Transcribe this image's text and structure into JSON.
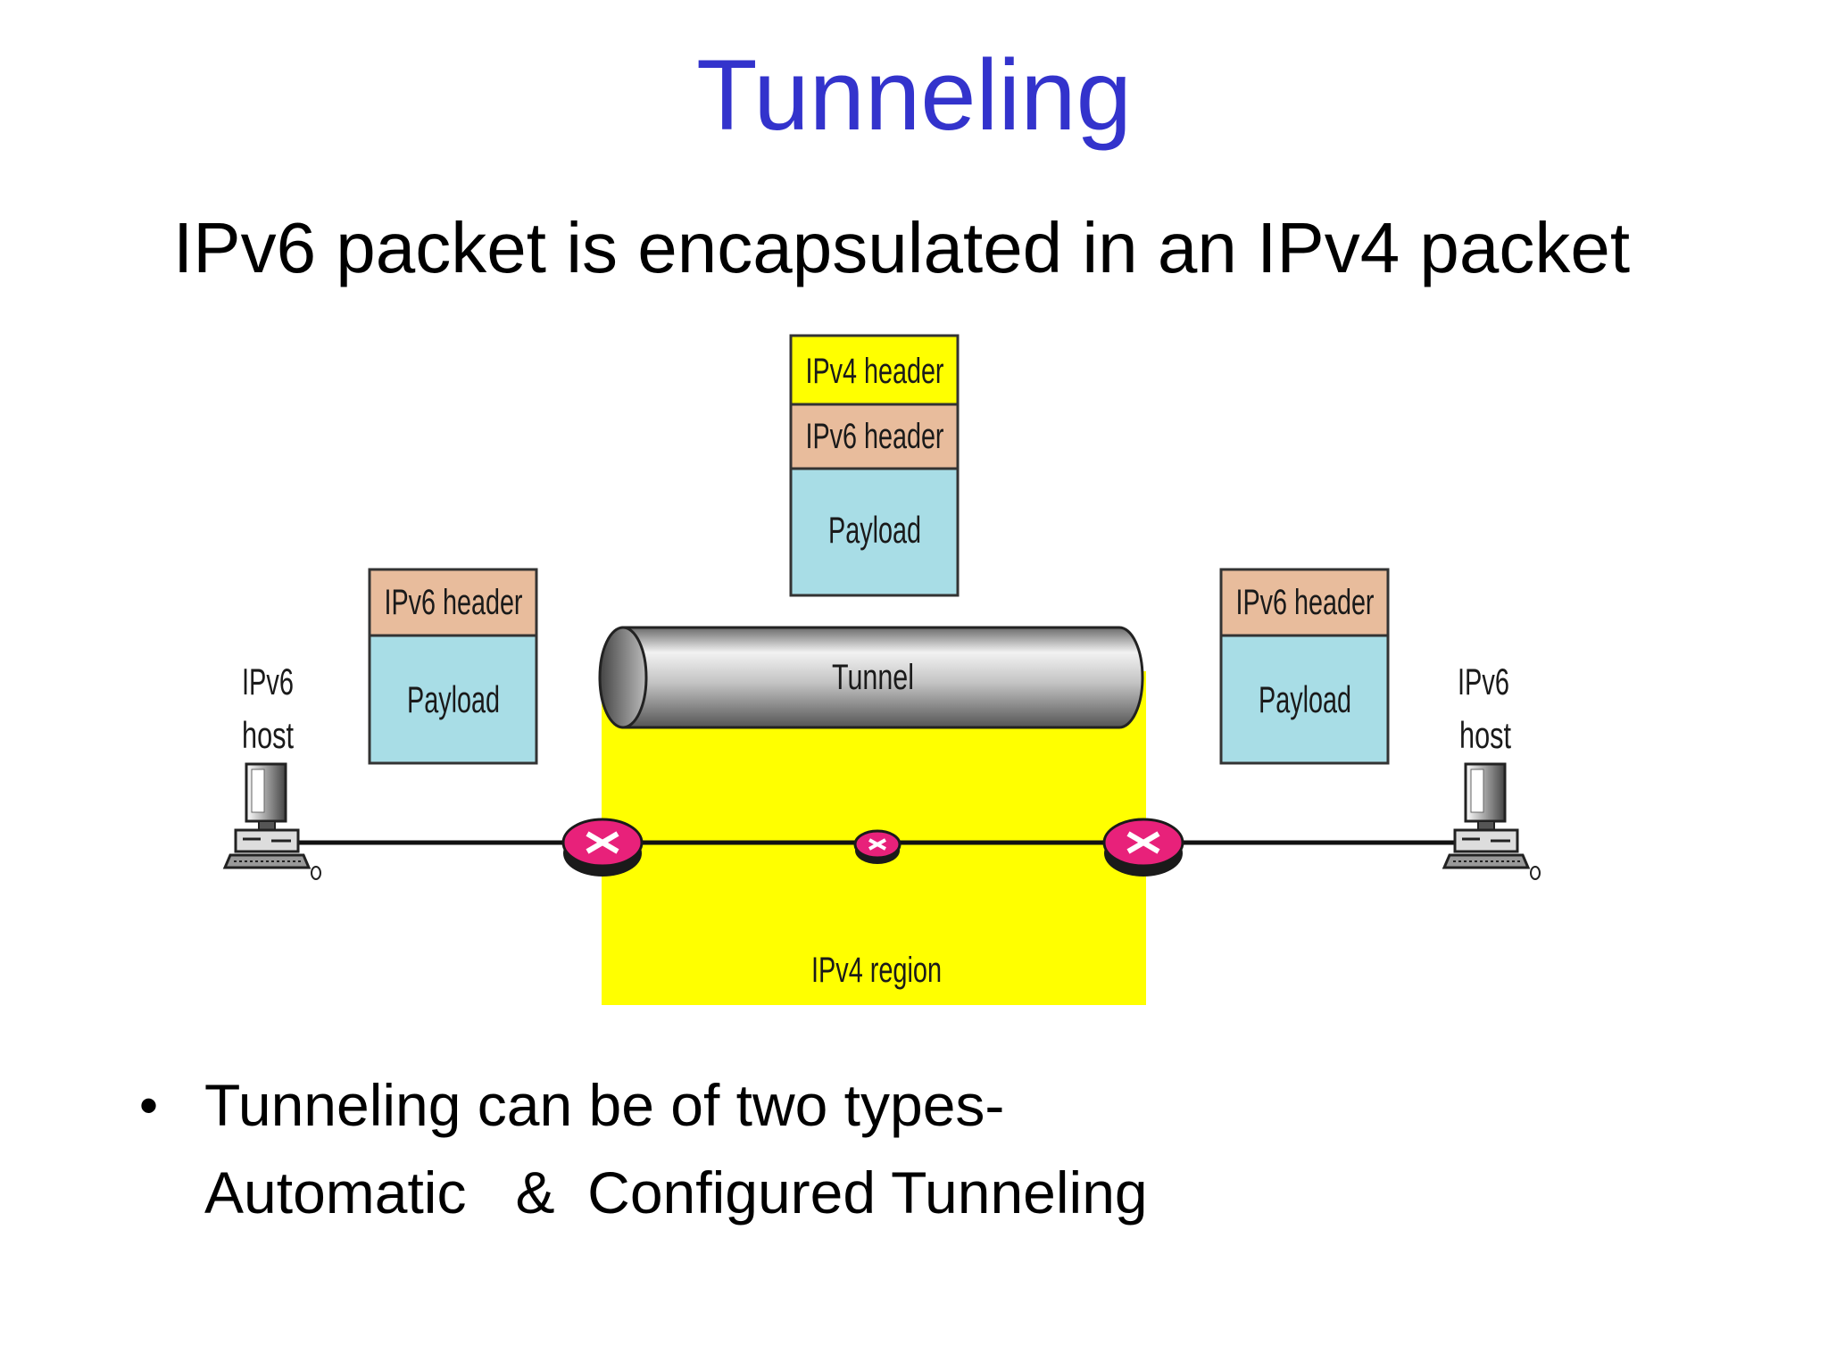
{
  "title": "Tunneling",
  "subtitle": "IPv6 packet is encapsulated in an IPv4 packet",
  "diagram": {
    "center_packet": {
      "ipv4_header": "IPv4 header",
      "ipv6_header": "IPv6 header",
      "payload": "Payload"
    },
    "left_packet": {
      "ipv6_header": "IPv6 header",
      "payload": "Payload"
    },
    "right_packet": {
      "ipv6_header": "IPv6 header",
      "payload": "Payload"
    },
    "tunnel_label": "Tunnel",
    "region_label": "IPv4 region",
    "left_host": {
      "line1": "IPv6",
      "line2": "host"
    },
    "right_host": {
      "line1": "IPv6",
      "line2": "host"
    },
    "colors": {
      "ipv4_header": "#ffff00",
      "ipv6_header": "#e8bc9c",
      "payload": "#a8dde6",
      "ipv4_region": "#ffff00",
      "router": "#e8217a",
      "title": "#3333cc"
    }
  },
  "bullets": [
    {
      "line1": "Tunneling can be of two types-",
      "line2": "Automatic   &  Configured Tunneling"
    }
  ]
}
